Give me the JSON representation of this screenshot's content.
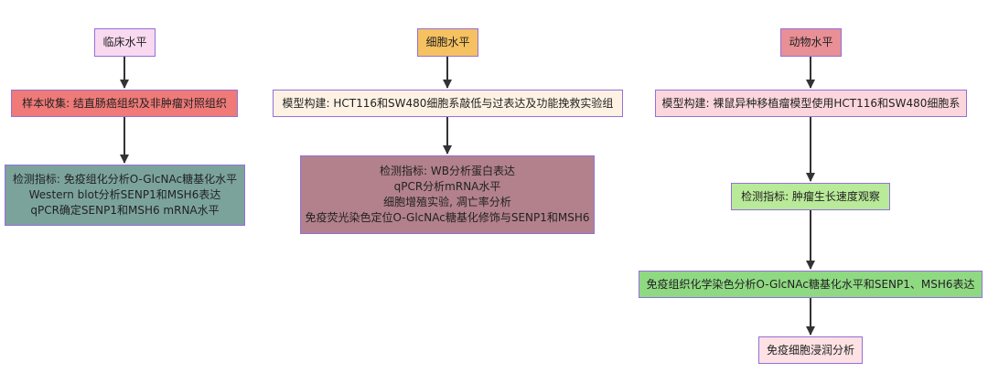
{
  "colors": {
    "border": "#9370db",
    "edge": "#333333",
    "pink_light": "#f9d9ef",
    "orange": "#f6c160",
    "rose": "#e89096",
    "red": "#ef7a78",
    "cream": "#fdf2e3",
    "pink_pale": "#fbd6dc",
    "teal": "#7ba39c",
    "mauve": "#b2818b",
    "green_light": "#b9ea99",
    "green": "#8fd983",
    "pink_soft": "#fde1e3"
  },
  "clinical": {
    "title": "临床水平",
    "collection": "样本收集: 结直肠癌组织及非肿瘤对照组织",
    "detection": [
      "检测指标: 免疫组化分析O-GlcNAc糖基化水平",
      "Western blot分析SENP1和MSH6表达",
      "qPCR确定SENP1和MSH6 mRNA水平"
    ]
  },
  "cell": {
    "title": "细胞水平",
    "model": "模型构建: HCT116和SW480细胞系敲低与过表达及功能挽救实验组",
    "detection": [
      "检测指标: WB分析蛋白表达",
      "qPCR分析mRNA水平",
      "细胞增殖实验, 凋亡率分析",
      "免疫荧光染色定位O-GlcNAc糖基化修饰与SENP1和MSH6"
    ]
  },
  "animal": {
    "title": "动物水平",
    "model": "模型构建: 裸鼠异种移植瘤模型使用HCT116和SW480细胞系",
    "detection": "检测指标: 肿瘤生长速度观察",
    "ihc": "免疫组织化学染色分析O-GlcNAc糖基化水平和SENP1、MSH6表达",
    "infiltration": "免疫细胞浸润分析"
  }
}
